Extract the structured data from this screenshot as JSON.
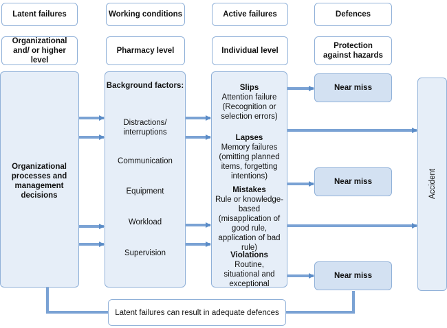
{
  "headers": {
    "latent": "Latent failures",
    "working": "Working conditions",
    "active": "Active failures",
    "defences": "Defences"
  },
  "levels": {
    "latent": "Organizational and/ or higher level",
    "working": "Pharmacy level",
    "active": "Individual level",
    "defences": "Protection against hazards"
  },
  "organizational": "Organizational processes and management decisions",
  "background": {
    "title": "Background factors:",
    "items": [
      "Distractions/ interruptions",
      "Communication",
      "Equipment",
      "Workload",
      "Supervision"
    ]
  },
  "active_failures": [
    {
      "title": "Slips",
      "desc": "Attention failure (Recognition or selection errors)"
    },
    {
      "title": "Lapses",
      "desc": "Memory failures (omitting planned items, forgetting intentions)"
    },
    {
      "title": "Mistakes",
      "desc": "Rule or knowledge-based (misapplication of good rule, application of bad rule)"
    },
    {
      "title": "Violations",
      "desc": "Routine, situational and exceptional"
    }
  ],
  "near_miss": [
    "Near miss",
    "Near miss",
    "Near miss"
  ],
  "accident": "Accident",
  "footer": "Latent failures can result in adequate defences",
  "colors": {
    "border": "#8fb0d8",
    "fill_light": "#e6eef8",
    "fill_box": "#d3e1f2",
    "arrow": "#5b8cc7"
  }
}
